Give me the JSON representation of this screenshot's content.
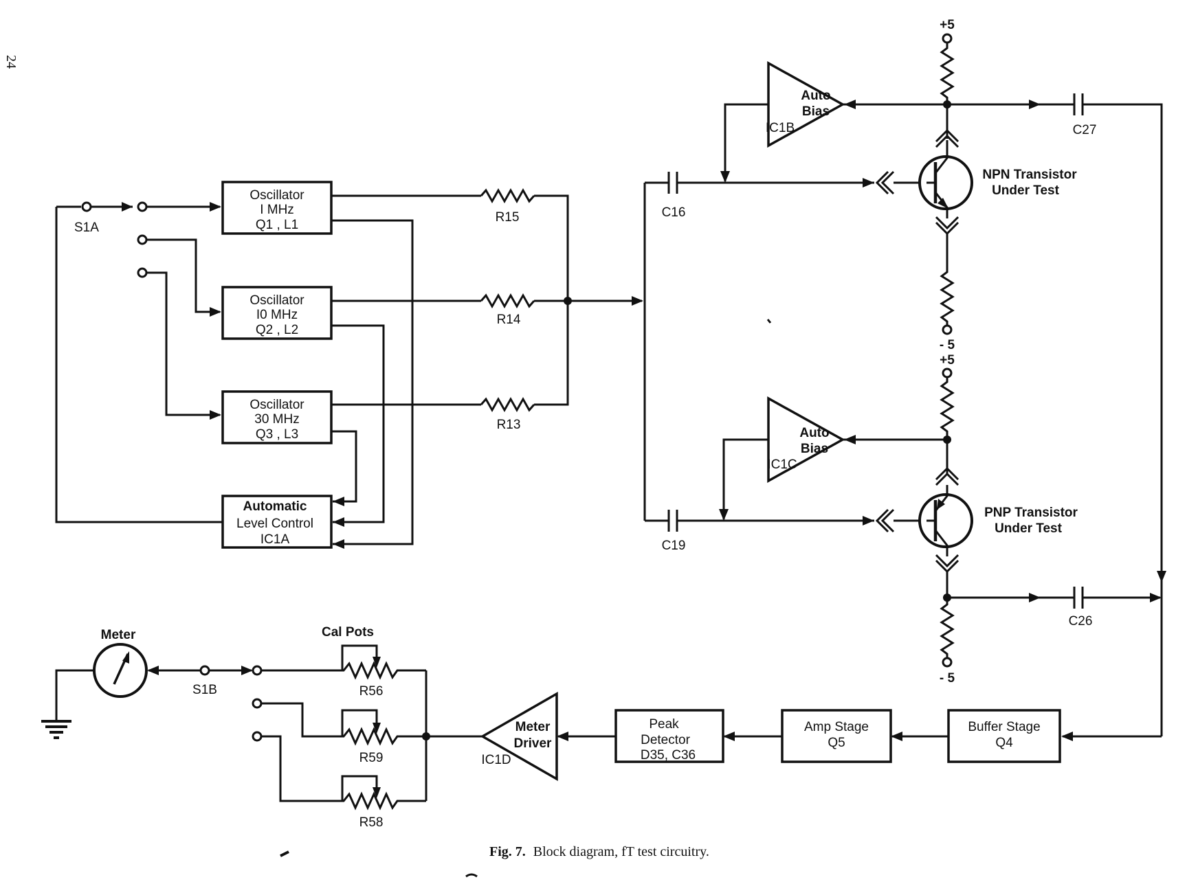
{
  "page_number": "24",
  "caption": {
    "fig": "Fig. 7.",
    "text": "Block diagram, fT test circuitry."
  },
  "blocks": {
    "osc1": [
      "Oscillator",
      "I MHz",
      "Q1 , L1"
    ],
    "osc2": [
      "Oscillator",
      "I0 MHz",
      "Q2 , L2"
    ],
    "osc3": [
      "Oscillator",
      "30 MHz",
      "Q3 , L3"
    ],
    "alc": [
      "Automatic",
      "Level  Control",
      "IC1A"
    ],
    "buffer": [
      "Buffer  Stage",
      "Q4"
    ],
    "amp": [
      "Amp  Stage",
      "Q5"
    ],
    "peak": [
      "Peak",
      "Detector",
      "D35, C36"
    ]
  },
  "amplifiers": {
    "autobias_b": {
      "lines": [
        "Auto",
        "Bias"
      ],
      "ref": "IC1B"
    },
    "autobias_c": {
      "lines": [
        "Auto",
        "Bias"
      ],
      "ref": "IC1C"
    },
    "meter_driver": {
      "lines": [
        "Meter",
        "Driver"
      ],
      "ref": "IC1D"
    }
  },
  "transistors": {
    "npn": [
      "NPN  Transistor",
      "Under  Test"
    ],
    "pnp": [
      "PNP  Transistor",
      "Under  Test"
    ]
  },
  "components": {
    "r15": "R15",
    "r14": "R14",
    "r13": "R13",
    "c16": "C16",
    "c19": "C19",
    "c27": "C27",
    "c26": "C26",
    "r56": "R56",
    "r59": "R59",
    "r58": "R58",
    "s1a": "S1A",
    "s1b": "S1B"
  },
  "labels": {
    "meter": "Meter",
    "cal_pots": "Cal  Pots",
    "plus5_top": "+5",
    "minus5_mid": "- 5",
    "plus5_mid": "+5",
    "minus5_bottom": "- 5"
  }
}
